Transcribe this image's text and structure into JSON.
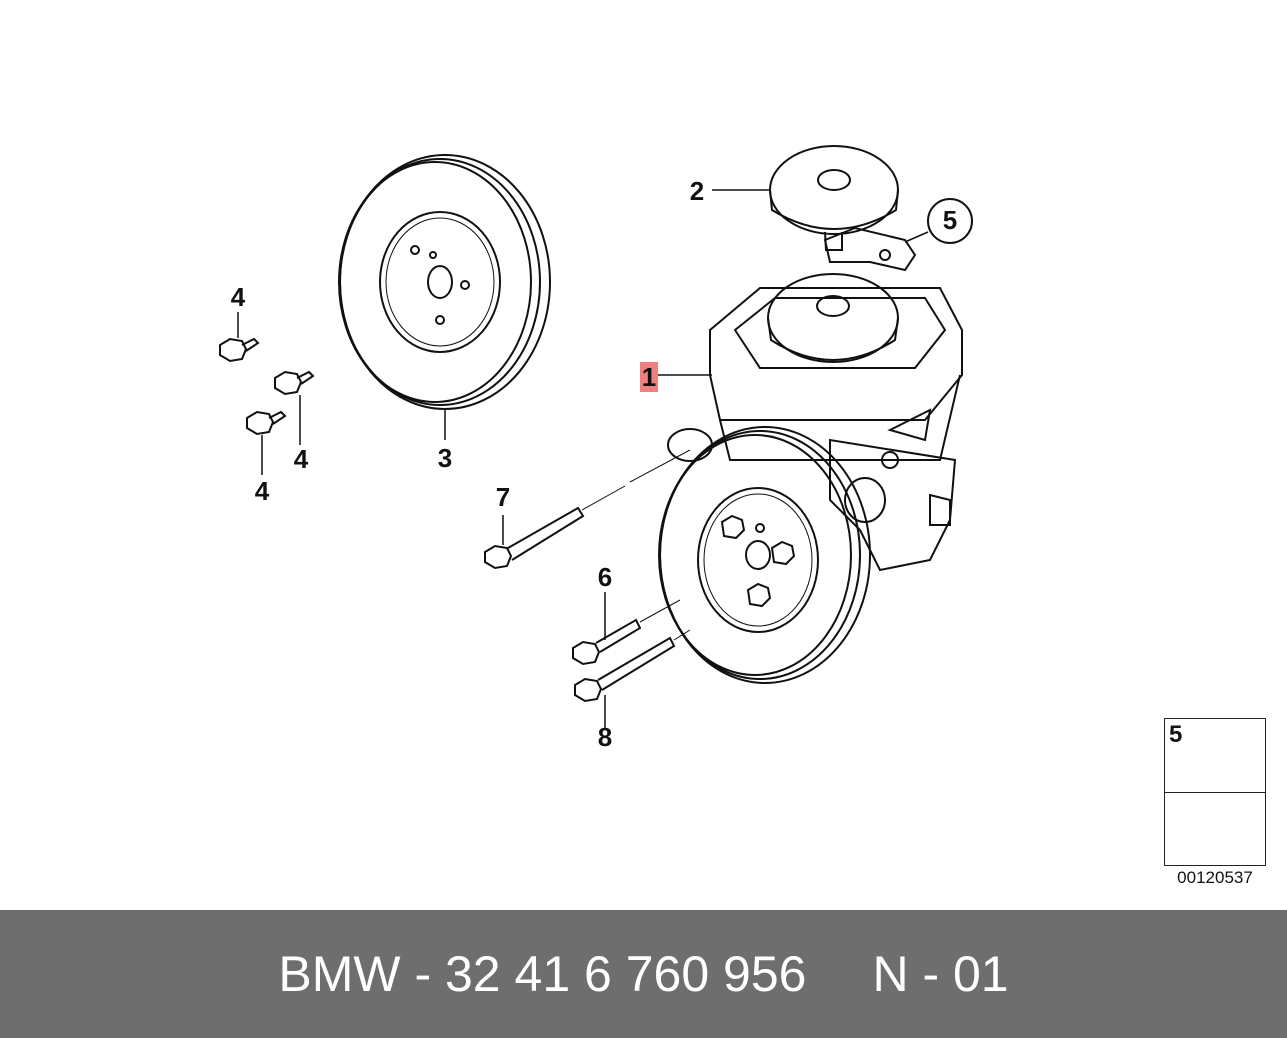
{
  "diagram": {
    "callouts": {
      "item1": "1",
      "item2": "2",
      "item3": "3",
      "item4a": "4",
      "item4b": "4",
      "item4c": "4",
      "item5": "5",
      "item6": "6",
      "item7": "7",
      "item8": "8"
    },
    "highlight_color": "#f08080",
    "inset": {
      "callout": "5",
      "arrow_icon": "arrow-left-icon"
    },
    "reference_number": "00120537"
  },
  "footer": {
    "part_number": "BMW - 32 41 6 760 956",
    "page_code": "N - 01",
    "background_color": "#6e6e6e"
  }
}
